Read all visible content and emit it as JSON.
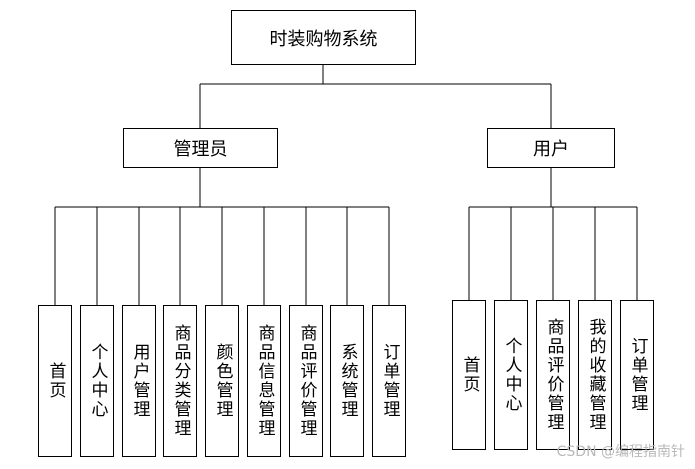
{
  "root": {
    "label": "时装购物系统"
  },
  "admin": {
    "label": "管理员",
    "items": [
      "首页",
      "个人中心",
      "用户管理",
      "商品分类管理",
      "颜色管理",
      "商品信息管理",
      "商品评价管理",
      "系统管理",
      "订单管理"
    ]
  },
  "user": {
    "label": "用户",
    "items": [
      "首页",
      "个人中心",
      "商品评价管理",
      "我的收藏管理",
      "订单管理"
    ]
  },
  "watermark": "CSDN @编程指南针"
}
